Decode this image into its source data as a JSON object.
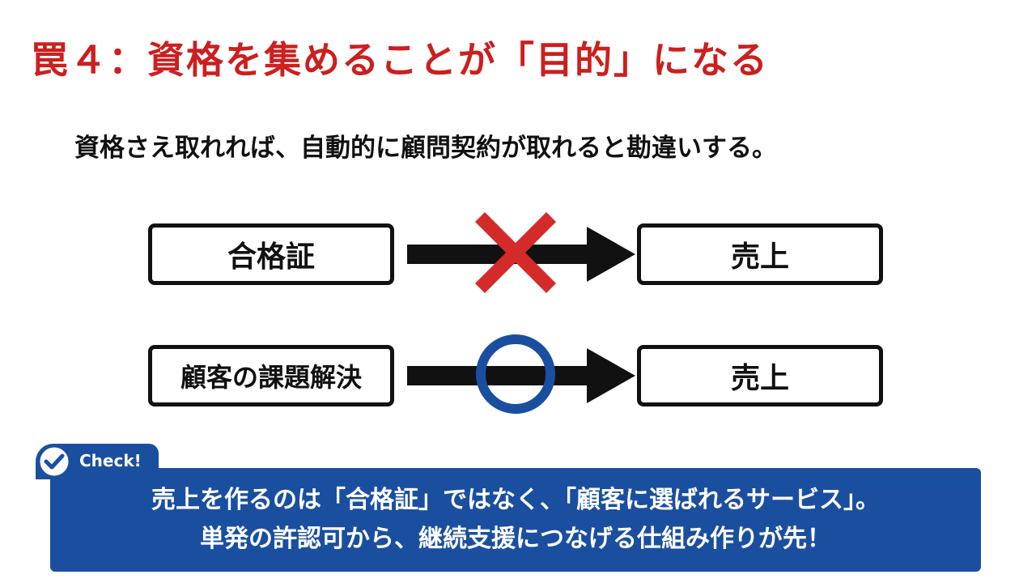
{
  "title": "罠４：資格を集めることが「目的」になる",
  "subtitle": "資格さえ取れれば、自動的に顧問契約が取れると勘違いする。",
  "diagram": {
    "rows": [
      {
        "from": "合格証",
        "to": "売上",
        "mark": "cross-icon",
        "mark_color": "#d42a2a"
      },
      {
        "from": "顧客の課題解決",
        "to": "売上",
        "mark": "circle-icon",
        "mark_color": "#1a4fa0"
      }
    ],
    "arrow_color": "#111111"
  },
  "check": {
    "label": "Check!",
    "icon": "checkmark-icon",
    "color": "#1a4fa0",
    "lines": [
      "売上を作るのは「合格証」ではなく、「顧客に選ばれるサービス」。",
      "単発の許認可から、継続支援につなげる仕組み作りが先！"
    ]
  },
  "colors": {
    "title": "#cc1f1f",
    "text": "#111111",
    "background": "#ffffff"
  }
}
